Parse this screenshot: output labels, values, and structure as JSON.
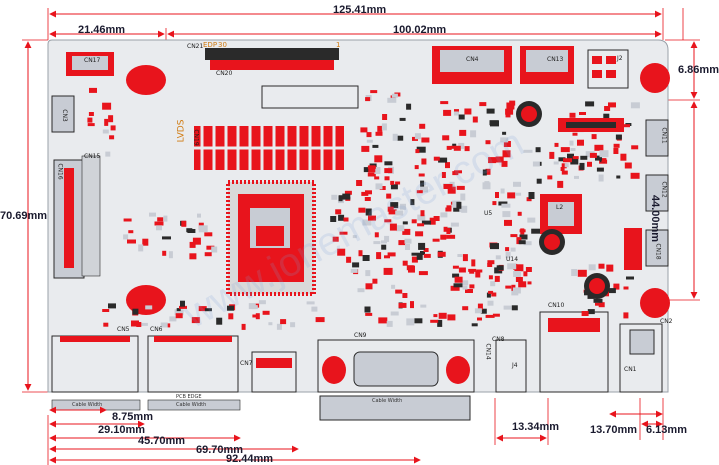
{
  "dimensions": {
    "total_width": "125.41mm",
    "inner_width": "100.02mm",
    "left_offset": "21.46mm",
    "right_top_offset": "6.86mm",
    "right_height": "44.00mm",
    "total_height": "70.69mm",
    "d1": "8.75mm",
    "d2": "29.10mm",
    "d3": "45.70mm",
    "d4": "69.70mm",
    "d5": "92.44mm",
    "d6": "13.34mm",
    "d7": "13.70mm",
    "d8": "6.13mm"
  },
  "connectors": {
    "cn17": "CN17",
    "cn21": "CN21",
    "edp": "EDP",
    "cn20": "CN20",
    "cn4": "CN4",
    "cn13": "CN13",
    "j2": "J2",
    "cn3": "CN3",
    "cn15": "CN15",
    "cn16": "CN16",
    "cn19": "CN19",
    "lvds": "LVDS",
    "cn11": "CN11",
    "cn12": "CN12",
    "cn18": "CN18",
    "cn5": "CN5",
    "cn6": "CN6",
    "cn7": "CN7",
    "cn9": "CN9",
    "cn8": "CN8",
    "cn14": "CN14",
    "cn10": "CN10",
    "cn2": "CN2",
    "cn1": "CN1",
    "j4": "J4",
    "u5": "U5",
    "u14": "U14",
    "l2": "L2",
    "cable_width_1": "Cable Width",
    "cable_width_2": "Cable Width",
    "cable_width_3": "Cable Width",
    "pcb_edge": "PCB EDGE",
    "pin30": "30",
    "pin1": "1"
  },
  "colors": {
    "board": "#e9ebee",
    "pad": "#e8141c",
    "component": "#c8ccd4",
    "dark": "#2a2a2a",
    "dimension": "#e8141c",
    "label_orange": "#d07a10",
    "watermark": "#7aa0d8"
  }
}
